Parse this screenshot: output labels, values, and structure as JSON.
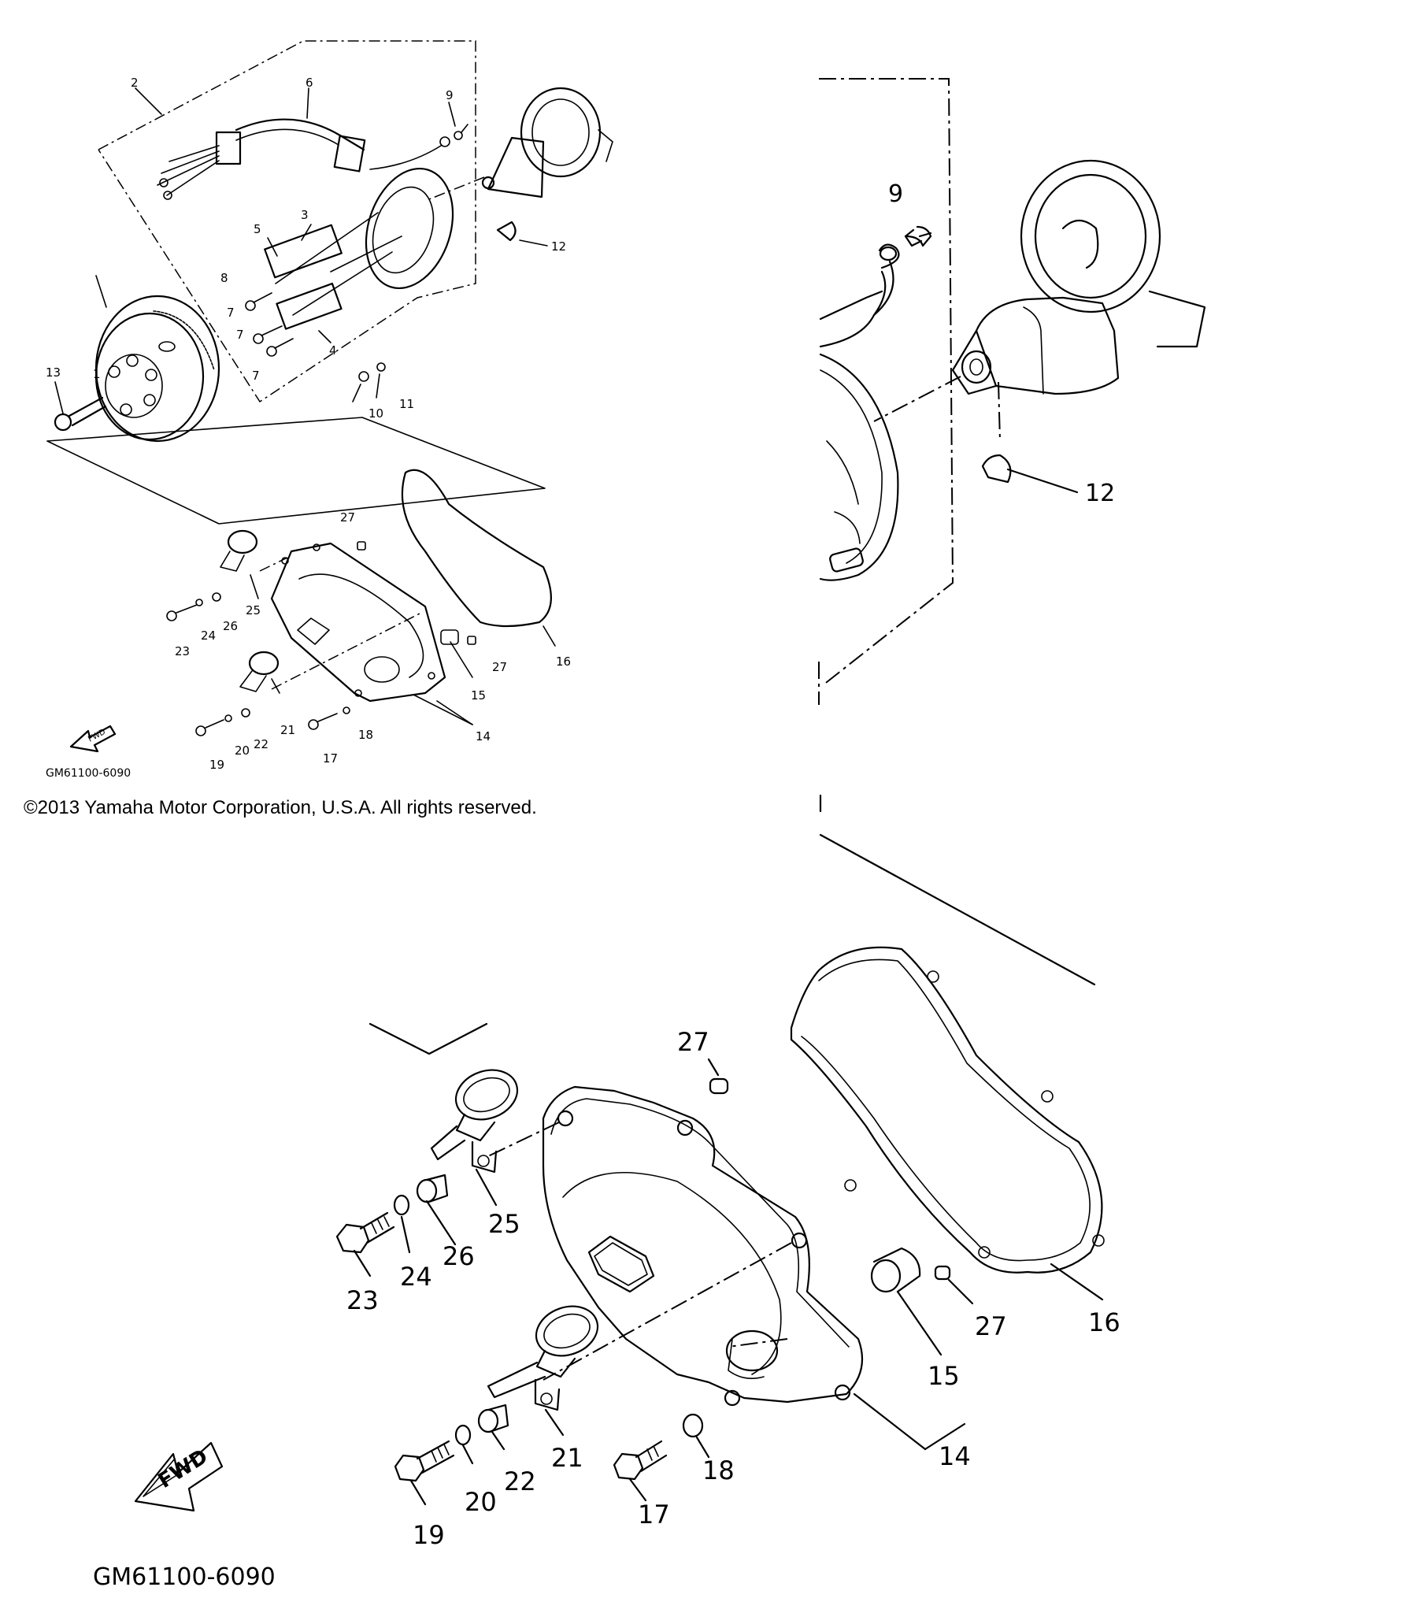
{
  "diagram_code": "GM61100-6090",
  "copyright": "©2013 Yamaha Motor Corporation, U.S.A. All rights reserved.",
  "forward_arrow": "FWD",
  "overview_labels": {
    "n1": "1",
    "n2": "2",
    "n3": "3",
    "n4": "4",
    "n5": "5",
    "n6": "6",
    "n7a": "7",
    "n7b": "7",
    "n7c": "7",
    "n8": "8",
    "n9": "9",
    "n10": "10",
    "n11": "11",
    "n12": "12",
    "n13": "13",
    "n14": "14",
    "n15": "15",
    "n16": "16",
    "n17": "17",
    "n18": "18",
    "n19": "19",
    "n20": "20",
    "n21": "21",
    "n22": "22",
    "n23": "23",
    "n24": "24",
    "n25": "25",
    "n26": "26",
    "n27a": "27",
    "n27b": "27"
  },
  "zoom_top_labels": {
    "n9": "9",
    "n12": "12"
  },
  "zoom_bottom_labels": {
    "n14": "14",
    "n15": "15",
    "n16": "16",
    "n17": "17",
    "n18": "18",
    "n19": "19",
    "n20": "20",
    "n21": "21",
    "n22": "22",
    "n23": "23",
    "n24": "24",
    "n25": "25",
    "n26": "26",
    "n27a": "27",
    "n27b": "27"
  }
}
